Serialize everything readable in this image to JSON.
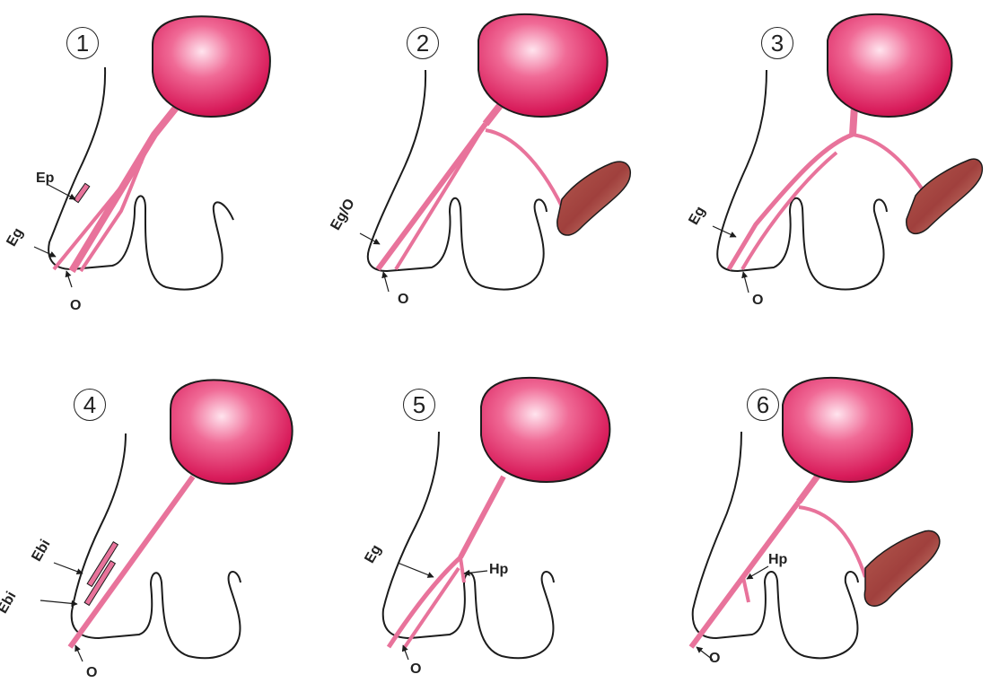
{
  "colors": {
    "bladder": "#d81b5a",
    "bladder_highlight": "#ffd7e4",
    "urethra": "#e8739b",
    "tissue": "#a8443f",
    "outline": "#1c1c1c"
  },
  "panels": [
    {
      "number": "1",
      "labels": {
        "ep": "Ep",
        "eg": "Eg",
        "o": "O"
      },
      "has_tissue": false
    },
    {
      "number": "2",
      "labels": {
        "ego": "Eg/O",
        "o": "O"
      },
      "has_tissue": true
    },
    {
      "number": "3",
      "labels": {
        "eg": "Eg",
        "o": "O"
      },
      "has_tissue": true
    },
    {
      "number": "4",
      "labels": {
        "ebi1": "Ebi",
        "ebi2": "Ebi",
        "o": "O"
      },
      "has_tissue": false
    },
    {
      "number": "5",
      "labels": {
        "eg": "Eg",
        "hp": "Hp",
        "o": "O"
      },
      "has_tissue": false
    },
    {
      "number": "6",
      "labels": {
        "hp": "Hp",
        "o": "O"
      },
      "has_tissue": true
    }
  ]
}
